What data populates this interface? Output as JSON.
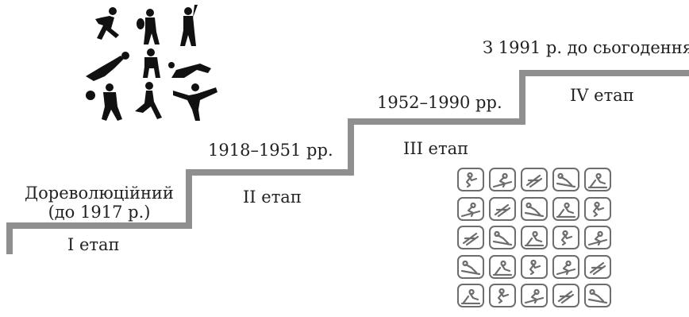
{
  "stages": [
    {
      "period": "Дореволюційний",
      "period_sub": "(до 1917 р.)",
      "stage": "I етап"
    },
    {
      "period": "1918–1951 рр.",
      "stage": "II етап"
    },
    {
      "period": "1952–1990 рр.",
      "stage": "III етап"
    },
    {
      "period": "З 1991 р. до сьогодення",
      "stage": "IV етап"
    }
  ],
  "colors": {
    "line": "#8f8f8f",
    "icon_border": "#6d6d6d",
    "silhouette": "#111111",
    "text": "#222222"
  },
  "illustrations": {
    "athlete_silhouettes": [
      "runner-icon",
      "tennis-player-icon",
      "golfer-icon",
      "diving-goalkeeper-icon",
      "crouching-sprinter-icon",
      "volleyball-player-icon",
      "basketball-player-icon",
      "gymnast-icon",
      "cartwheel-gymnast-icon"
    ],
    "pictogram_grid": [
      "taekwondo-icon",
      "skiing-icon",
      "bobsleigh-icon",
      "ski-jump-icon",
      "luge-icon",
      "skating-icon",
      "archery-icon",
      "judo-icon",
      "swimming-icon",
      "rowing-icon",
      "wrestling-icon",
      "wrestling-pair-icon",
      "boxing-icon",
      "diving-icon",
      "badminton-icon",
      "cycling-icon",
      "gymnastics-icon",
      "running-icon",
      "climbing-icon",
      "fencing-icon",
      "skiing-downhill-icon",
      "rugby-icon",
      "baseball-icon",
      "hurdles-icon",
      "skiing-cross-icon"
    ]
  }
}
